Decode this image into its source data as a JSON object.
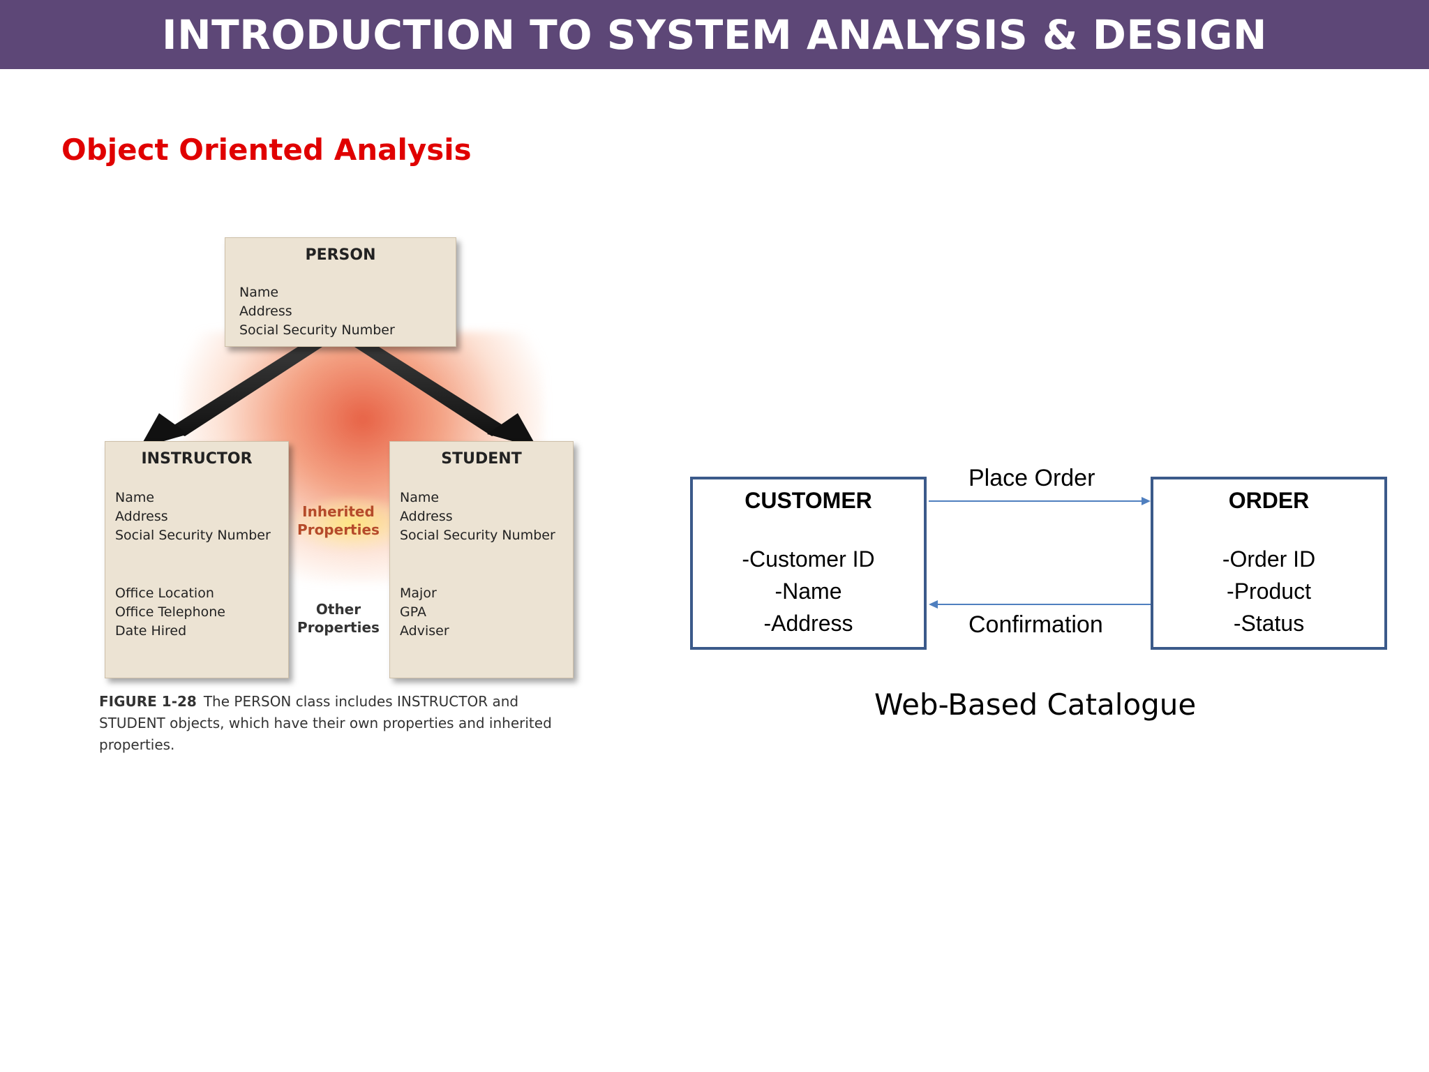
{
  "header": {
    "title": "INTRODUCTION TO SYSTEM ANALYSIS & DESIGN",
    "bg_color": "#5d4777"
  },
  "subtitle": {
    "text": "Object Oriented Analysis",
    "color": "#e00000"
  },
  "figure": {
    "person": {
      "title": "PERSON",
      "properties": [
        "Name",
        "Address",
        "Social Security Number"
      ]
    },
    "instructor": {
      "title": "INSTRUCTOR",
      "inherited": [
        "Name",
        "Address",
        "Social Security Number"
      ],
      "own": [
        "Office Location",
        "Office Telephone",
        "Date Hired"
      ]
    },
    "student": {
      "title": "STUDENT",
      "inherited": [
        "Name",
        "Address",
        "Social Security Number"
      ],
      "own": [
        "Major",
        "GPA",
        "Adviser"
      ]
    },
    "inherited_label": {
      "line1": "Inherited",
      "line2": "Properties"
    },
    "other_label": {
      "line1": "Other",
      "line2": "Properties"
    },
    "caption": {
      "label": "FIGURE 1-28",
      "text": "The PERSON class includes INSTRUCTOR and STUDENT objects, which have their own properties and inherited properties."
    }
  },
  "diagram": {
    "customer": {
      "title": "CUSTOMER",
      "attributes": [
        "-Customer ID",
        "-Name",
        "-Address"
      ]
    },
    "order": {
      "title": "ORDER",
      "attributes": [
        "-Order ID",
        "-Product",
        "-Status"
      ]
    },
    "place_order_label": "Place Order",
    "confirmation_label": "Confirmation",
    "caption": "Web-Based Catalogue",
    "box_border_color": "#3b5a8a",
    "arrow_color": "#4f7fbf"
  }
}
